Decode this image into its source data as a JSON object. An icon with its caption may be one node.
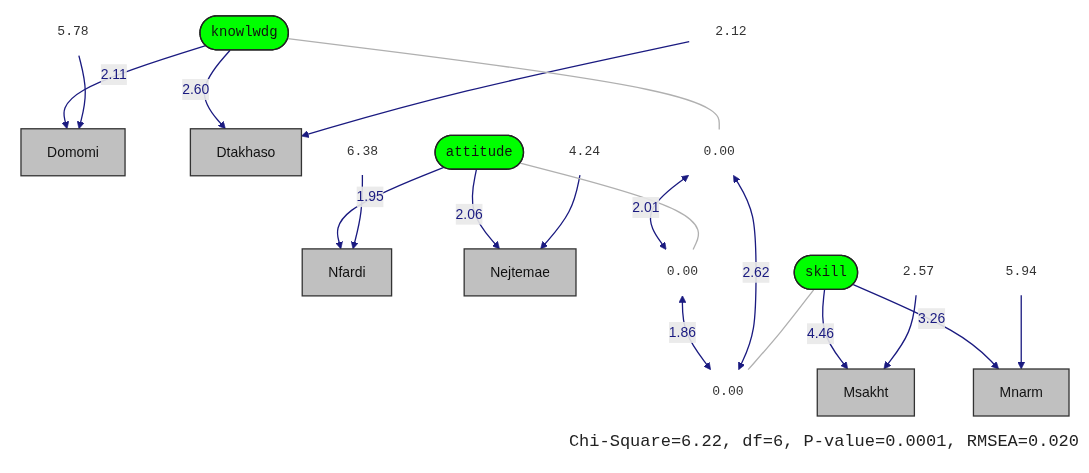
{
  "diagram": {
    "caption": "Chi-Square=6.22, df=6, P-value=0.0001, RMSEA=0.020",
    "nodes": [
      {
        "text": [
          "Domomi"
        ]
      },
      {
        "text": [
          "Dtakhaso"
        ]
      },
      {
        "text": [
          "Nfardi"
        ]
      },
      {
        "text": [
          "Nejtemae"
        ]
      },
      {
        "text": [
          "Msakht"
        ]
      },
      {
        "text": [
          "Mnarm"
        ]
      },
      {
        "text": [
          "5.78"
        ]
      },
      {
        "text": [
          "2.12"
        ]
      },
      {
        "text": [
          "6.38"
        ]
      },
      {
        "text": [
          "4.24"
        ]
      },
      {
        "text": [
          "2.57"
        ]
      },
      {
        "text": [
          "5.94"
        ]
      },
      {
        "text": [
          "knowlwdg"
        ]
      },
      {
        "text": [
          "attitude"
        ]
      },
      {
        "text": [
          "skill"
        ]
      },
      {
        "text": [
          "0.00"
        ]
      },
      {
        "text": [
          "0.00"
        ]
      },
      {
        "text": [
          "0.00"
        ]
      }
    ],
    "edges": [
      {
        "from": 6,
        "to": 0,
        "arrow": "to"
      },
      {
        "from": 7,
        "to": 1,
        "arrow": "to"
      },
      {
        "from": 8,
        "to": 2,
        "arrow": "to"
      },
      {
        "from": 9,
        "to": 3,
        "arrow": "to"
      },
      {
        "from": 10,
        "to": 4,
        "arrow": "to"
      },
      {
        "from": 11,
        "to": 5,
        "arrow": "to"
      },
      {
        "from": 12,
        "to": 0,
        "arrow": "to",
        "label": "2.11"
      },
      {
        "from": 12,
        "to": 1,
        "arrow": "to",
        "label": "2.60"
      },
      {
        "from": 13,
        "to": 2,
        "arrow": "to",
        "label": "1.95"
      },
      {
        "from": 13,
        "to": 3,
        "arrow": "to",
        "label": "2.06"
      },
      {
        "from": 14,
        "to": 4,
        "arrow": "to",
        "label": "4.46"
      },
      {
        "from": 14,
        "to": 5,
        "arrow": "to",
        "label": "3.26"
      },
      {
        "from": 12,
        "to": 15,
        "arrow": "none",
        "color": "#b0b0b0"
      },
      {
        "from": 13,
        "to": 16,
        "arrow": "none",
        "color": "#b0b0b0"
      },
      {
        "from": 14,
        "to": 17,
        "arrow": "none",
        "color": "#b0b0b0"
      },
      {
        "from": 15,
        "to": 16,
        "arrow": "both",
        "label": "2.01"
      },
      {
        "from": 15,
        "to": 17,
        "arrow": "both",
        "label": "2.62"
      },
      {
        "from": 16,
        "to": 17,
        "arrow": "both",
        "label": "1.86"
      }
    ]
  }
}
